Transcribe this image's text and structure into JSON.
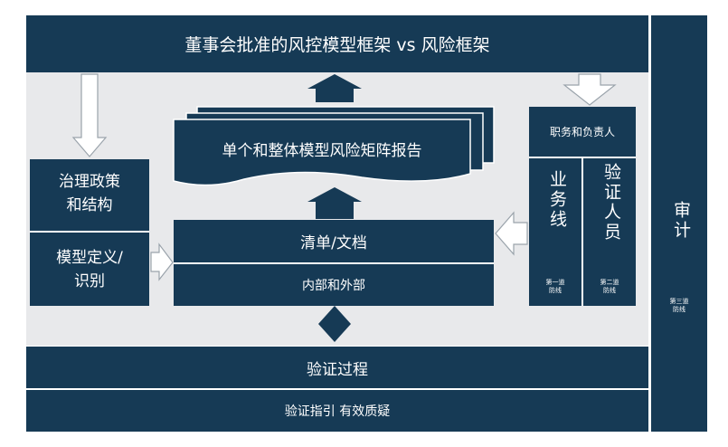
{
  "header": {
    "title": "董事会批准的风控模型框架 vs 风险框架"
  },
  "report": {
    "label": "单个和整体模型风险矩阵报告"
  },
  "governance": {
    "label_line1": "治理政策",
    "label_line2": "和结构"
  },
  "model_def": {
    "label_line1": "模型定义/",
    "label_line2": "识别"
  },
  "inventory": {
    "title": "清单/文档",
    "subtitle": "内部和外部"
  },
  "roles": {
    "title": "职务和负责人",
    "business": {
      "label": "业务线",
      "defense": [
        "第一道",
        "防线"
      ]
    },
    "validator": {
      "label": "验证人员",
      "defense": [
        "第二道",
        "防线"
      ]
    }
  },
  "audit": {
    "label": "审计",
    "defense": [
      "第三道",
      "防线"
    ]
  },
  "validation_process": {
    "label": "验证过程"
  },
  "validation_guide": {
    "label": "验证指引 有效质疑"
  },
  "colors": {
    "navy": "#163a55",
    "panel": "#e8e9eb",
    "arrow_outline": "#9aa3ab"
  }
}
